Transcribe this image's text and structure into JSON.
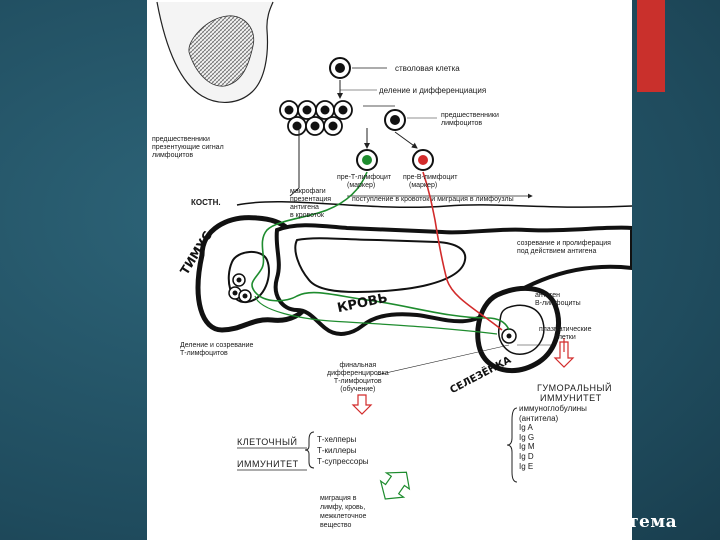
{
  "labels": {
    "stem_cell": "стволовая клетка",
    "division": "деление и дифференциация",
    "precursors": "предшественники лимфоцитов",
    "precursors_left": "предшественники\nпрезентующие сигнал\nлимфоцитов",
    "pre_t": "пре-Т-лимфоцит",
    "pre_b": "пре-В-лимфоцит",
    "pre_t_sub": "(маркер)",
    "pre_b_sub": "(маркер)",
    "bone_marrow": "КОСТН.",
    "macrophage": "макрофаги\nпрезентация\nантигена\nв кровоток",
    "transport": "поступление в кровоток и миграция в лимфоузлы",
    "maturation_right": "созревание и пролиферация\nпод действием антигена",
    "division_t": "Деление и созревание\nТ-лимфоцитов",
    "antigen_label": "антиген\nВ-лимфоциты",
    "plasma_cells": "плазматические\nклетки",
    "final_diff": "финальная\nдифференцировка\nТ-лимфоцитов\n(обучение)",
    "cellular_1": "КЛЕТОЧНЫЙ",
    "cellular_2": "ИММУНИТЕТ",
    "t_types": "Т-хелперы\nТ-киллеры\nТ-супрессоры",
    "humoral_1": "ГУМОРАЛЬНЫЙ",
    "humoral_2": "ИММУНИТЕТ",
    "immunoglobulins": "иммуноглобулины\n(антитела)\nIg A\nIg G\nIg M\nIg D\nIg E",
    "migration": "миграция в\nлимфу, кровь,\nмежклеточное\nвещество"
  },
  "organs": {
    "thymus": "ТИМУС",
    "blood": "КРОВЬ",
    "spleen": "СЕЛЕЗЁНКА"
  },
  "footer_text": "тема",
  "colors": {
    "background": "#235366",
    "accent": "#c9302c",
    "green_line": "#1e8c2e",
    "red_line": "#d22b2b",
    "panel": "#ffffff"
  }
}
